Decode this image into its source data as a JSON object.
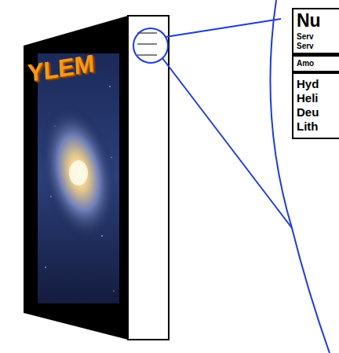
{
  "diagram": {
    "nodes": [
      {
        "text": [
          "Nu",
          "Serv",
          "Serv",
          "Amo",
          "Hyd",
          "Heli",
          "Deu",
          "Lith"
        ]
      }
    ],
    "labels": [
      "YLEM"
    ]
  }
}
